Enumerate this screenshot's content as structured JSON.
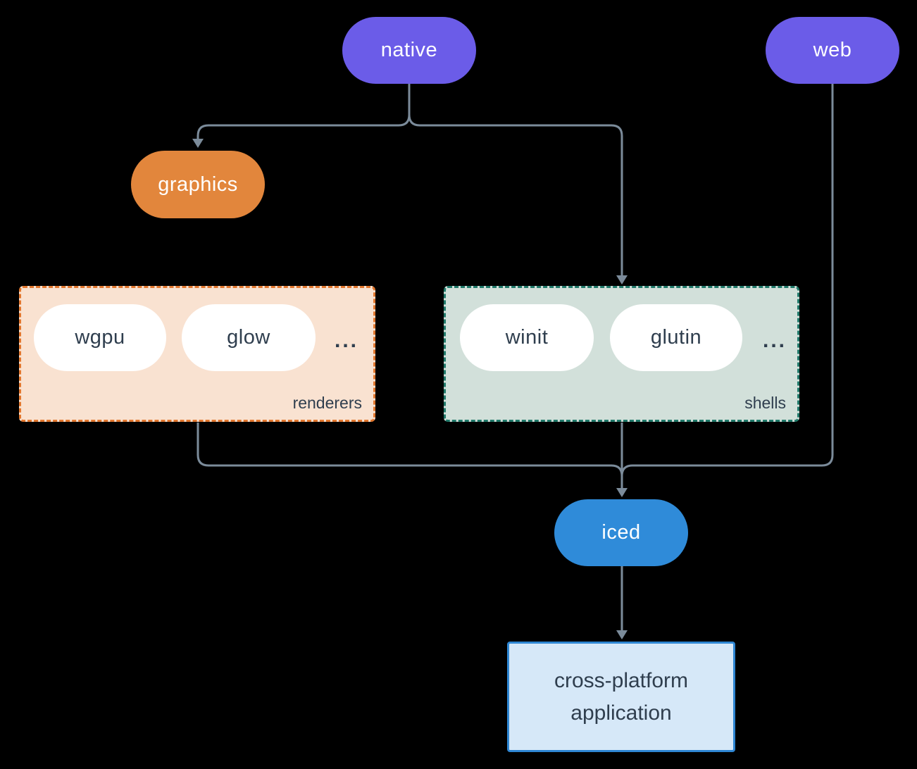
{
  "colors": {
    "background": "#000000",
    "connector": "#7b8b9a",
    "node_purple": "#6b5ce8",
    "node_orange": "#e2863c",
    "node_blue": "#2f8bd9",
    "pill_white": "#ffffff",
    "renderers_fill": "#f9e2d1",
    "renderers_border": "#e2772e",
    "shells_fill": "#d2e0da",
    "shells_border": "#20796a",
    "app_fill": "#d6e8f8",
    "app_border": "#2e86d3",
    "dark_text": "#2f3e4e",
    "light_text": "#ffffff"
  },
  "nodes": {
    "native": {
      "label": "native"
    },
    "web": {
      "label": "web"
    },
    "graphics": {
      "label": "graphics"
    },
    "iced": {
      "label": "iced"
    },
    "application": {
      "label": "cross-platform application"
    }
  },
  "groups": {
    "renderers": {
      "label": "renderers",
      "items": [
        "wgpu",
        "glow",
        "..."
      ]
    },
    "shells": {
      "label": "shells",
      "items": [
        "winit",
        "glutin",
        "..."
      ]
    }
  }
}
